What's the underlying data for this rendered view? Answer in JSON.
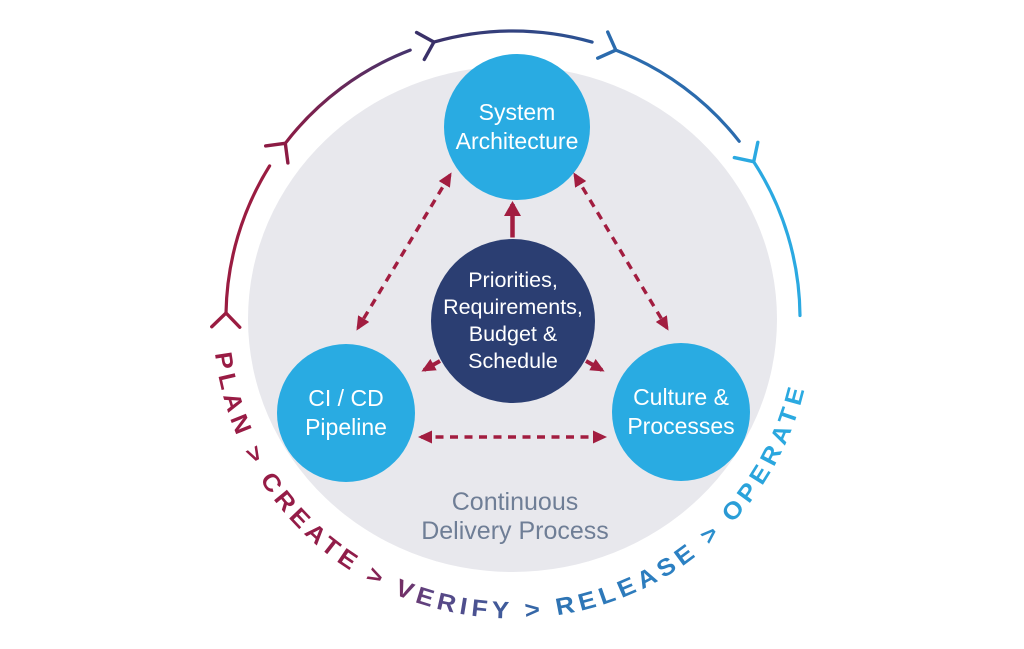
{
  "diagram": {
    "ring_label": "Continuous\nDelivery Process",
    "cycle_label": "PLAN > CREATE > VERIFY > RELEASE > OPERATE",
    "center_node": {
      "label": "Priorities,\nRequirements,\nBudget &\nSchedule"
    },
    "nodes": {
      "top": {
        "label": "System\nArchitecture"
      },
      "bottom_left": {
        "label": "CI / CD\nPipeline"
      },
      "bottom_right": {
        "label": "Culture &\nProcesses"
      }
    },
    "colors": {
      "node_blue": "#29ABE2",
      "center_navy": "#2B3E72",
      "ring_gray": "#E8E8ED",
      "arrow_crimson": "#A21D40",
      "ring_label_gray": "#6F7E96",
      "cycle_maroon": "#9A1C44",
      "cycle_purple": "#5C4482",
      "cycle_blue": "#2E74B4",
      "cycle_cyan": "#2BACE3",
      "arc_navy": "#3A3169",
      "arc_steel_blue": "#2B6BAD"
    }
  }
}
